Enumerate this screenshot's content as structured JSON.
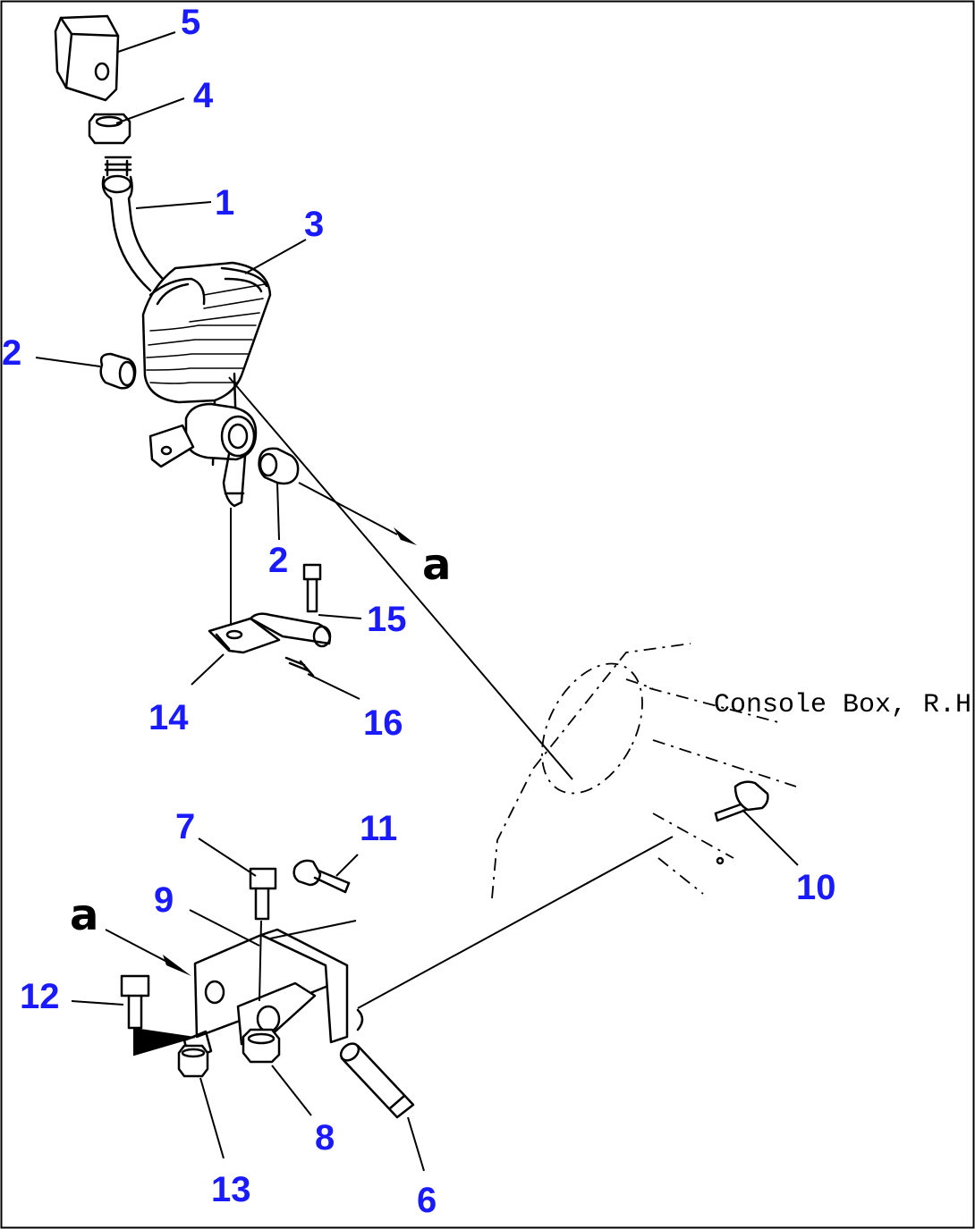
{
  "caption": "Console Box, R.H.",
  "reference_mark": "a",
  "callouts": {
    "p1": "1",
    "p2a": "2",
    "p2b": "2",
    "p3": "3",
    "p4": "4",
    "p5": "5",
    "p6": "6",
    "p7": "7",
    "p8": "8",
    "p9": "9",
    "p10": "10",
    "p11": "11",
    "p12": "12",
    "p13": "13",
    "p14": "14",
    "p15": "15",
    "p16": "16"
  },
  "colors": {
    "callout": "#1a1aff",
    "line": "#000000",
    "background": "#ffffff"
  }
}
